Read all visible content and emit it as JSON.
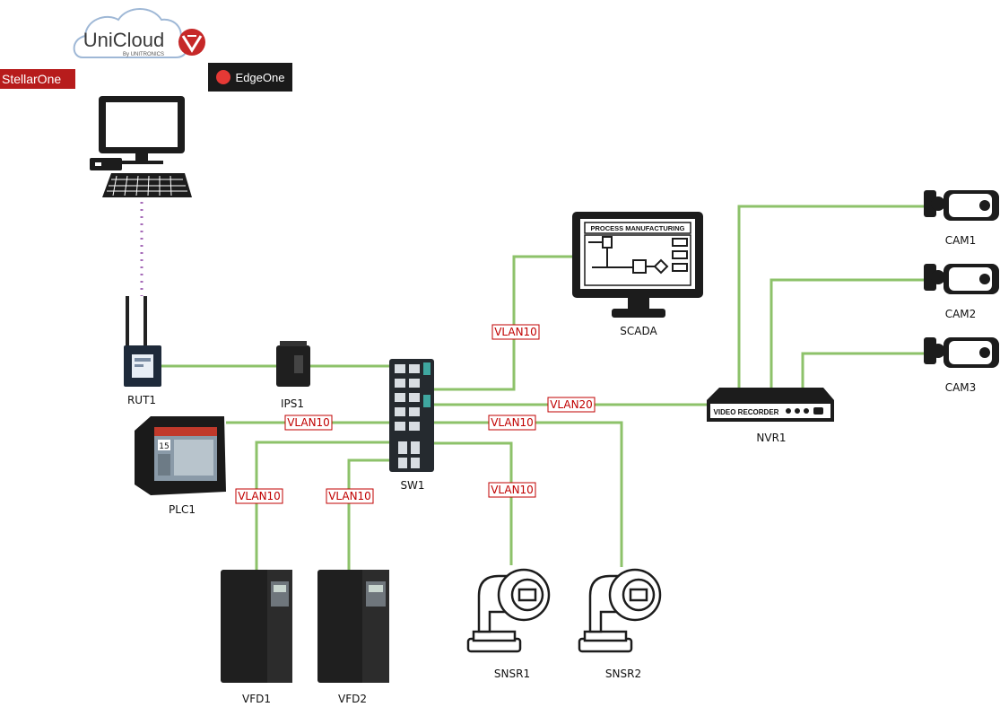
{
  "brands": {
    "unicloud": "UniCloud",
    "unicloud_sub": "By UNITRONICS",
    "stellarone": "StellarOne",
    "edgeone": "EdgeOne"
  },
  "nodes": {
    "rut1": "RUT1",
    "ips1": "IPS1",
    "sw1": "SW1",
    "plc1": "PLC1",
    "scada": "SCADA",
    "nvr1": "NVR1",
    "cam1": "CAM1",
    "cam2": "CAM2",
    "cam3": "CAM3",
    "vfd1": "VFD1",
    "vfd2": "VFD2",
    "snsr1": "SNSR1",
    "snsr2": "SNSR2"
  },
  "device_text": {
    "scada_screen_title": "PROCESS MANUFACTURING",
    "nvr_faceplate": "VIDEO RECORDER",
    "plc_screen_number": "15"
  },
  "vlans": {
    "scada": "VLAN10",
    "nvr": "VLAN20",
    "plc": "VLAN10",
    "snsr2": "VLAN10",
    "snsr1": "VLAN10",
    "vfd1": "VLAN10",
    "vfd2": "VLAN10"
  },
  "colors": {
    "link": "#8dc26a",
    "vlan": "#c00000",
    "management_link": "#a66bb8",
    "brand_red": "#b71c1c",
    "device_dark": "#1c1c1c"
  }
}
